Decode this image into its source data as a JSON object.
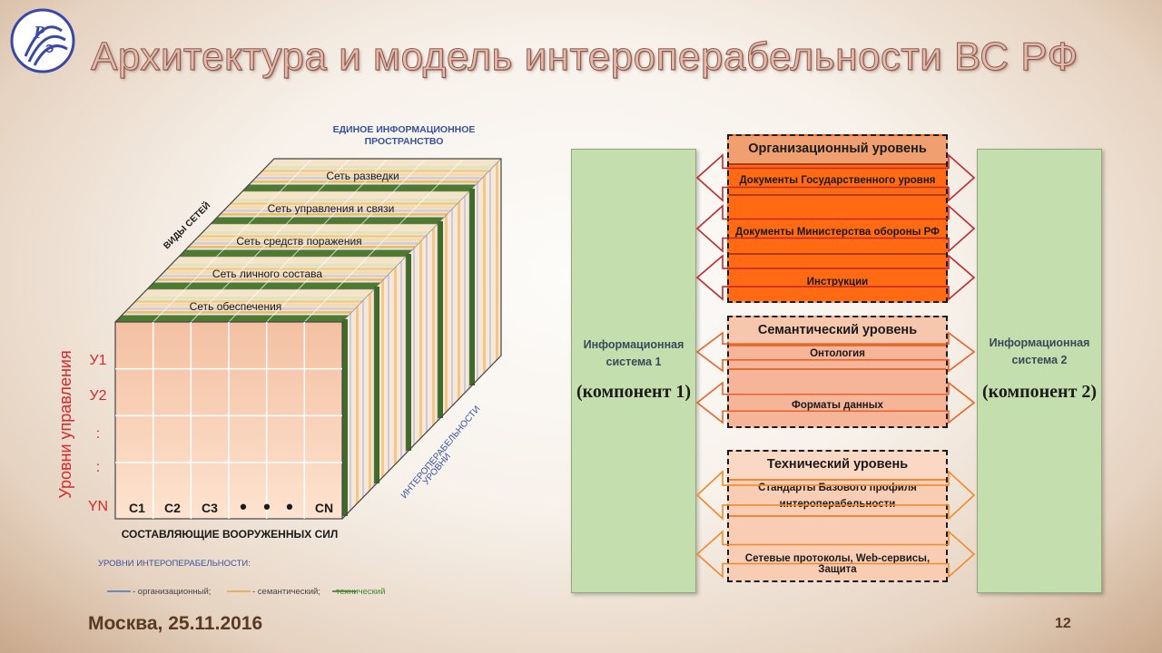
{
  "slide": {
    "title": "Архитектура и модель интероперабельности ВС РФ",
    "date": "Москва, 25.11.2016",
    "page": "12",
    "logo_icon": "organization-logo-icon"
  },
  "cube": {
    "top_title": [
      "ЕДИНОЕ ИНФОРМАЦИОННОЕ",
      "ПРОСТРАНСТВО"
    ],
    "networks_axis": "ВИДЫ СЕТЕЙ",
    "networks": [
      "Сеть обеспечения",
      "Сеть личного состава",
      "Сеть средств поражения",
      "Сеть управления и связи",
      "Сеть разведки"
    ],
    "control_axis": "Уровни управления",
    "control_levels": [
      "У1",
      "У2",
      ":",
      ":",
      "YN"
    ],
    "components_axis": "СОСТАВЛЯЮЩИЕ ВООРУЖЕННЫХ СИЛ",
    "components": [
      "C1",
      "C2",
      "C3",
      "•",
      "•",
      "•",
      "CN"
    ],
    "interop_axis": [
      "УРОВНИ",
      "ИНТЕРОПЕРАБЕЛЬНОСТИ"
    ],
    "legend_title": "УРОВНИ ИНТЕРОПЕРАБЕЛЬНОСТИ:",
    "legend": [
      {
        "label": "- организационный;",
        "color": "#4472c4"
      },
      {
        "label": "- семантический;",
        "color": "#e0a83a"
      },
      {
        "label": "технический",
        "color": "#3e6b2a"
      }
    ]
  },
  "model": {
    "system1": {
      "name": [
        "Информационная",
        "система 1"
      ],
      "component": "(компонент 1)"
    },
    "system2": {
      "name": [
        "Информационная",
        "система 2"
      ],
      "component": "(компонент 2)"
    },
    "levels": [
      {
        "title": "Организационный уровень",
        "items": [
          "Документы Государственного уровня",
          "Документы Министерства обороны РФ",
          "Инструкции"
        ],
        "color": "#ff6a12",
        "header_color": "#f0a070"
      },
      {
        "title": "Семантический уровень",
        "items": [
          "Онтология",
          "Форматы данных"
        ],
        "color": "#f6b498",
        "header_color": "#f6c6ad"
      },
      {
        "title": "Технический уровень",
        "items": [
          "Стандарты Базового профиля",
          "интероперабельности",
          "Сетевые протоколы, Web-сервисы, Защита"
        ],
        "color": "#f9cdb4",
        "header_color": "#fad8c4"
      }
    ],
    "arrow_colors": [
      "#c0282c",
      "#e8622a",
      "#f08a2c"
    ]
  }
}
